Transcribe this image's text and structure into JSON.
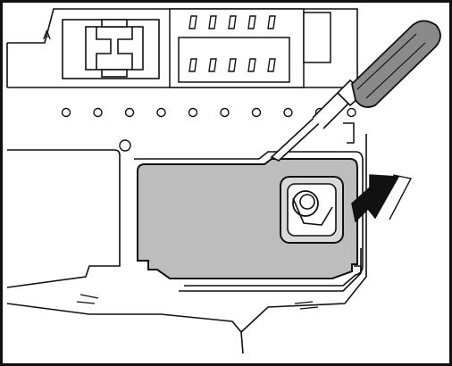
{
  "figure": {
    "callout_letter": "A",
    "colors": {
      "line": "#111111",
      "cover": "#bdbdbd",
      "background": "#ffffff",
      "handle": "#8a8a8a"
    },
    "parts": [
      "connector-block",
      "fuse-terminals",
      "mounting-holes",
      "screwdriver",
      "fuse-cover-panel",
      "release-latch",
      "removal-arrow"
    ]
  }
}
